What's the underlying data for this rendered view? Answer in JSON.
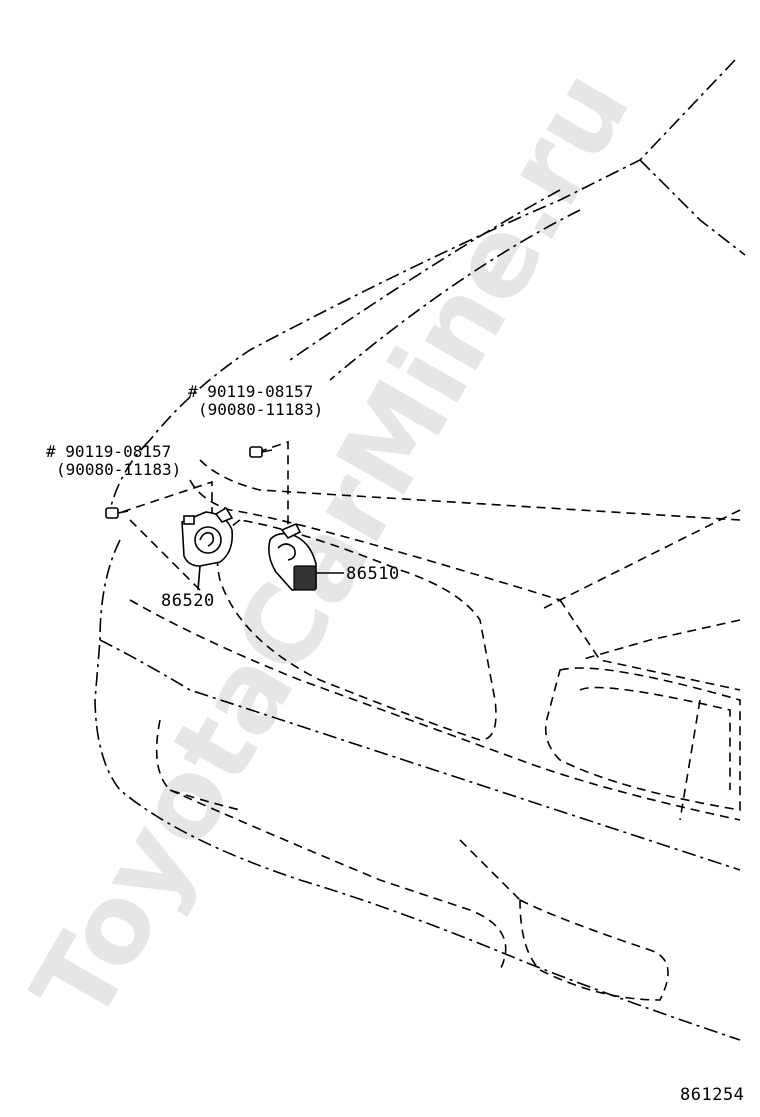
{
  "watermark": "ToyotaCarMine.ru",
  "callouts": {
    "bolt_right": {
      "part_no": "# 90119-08157",
      "alt_no": "(90080-11183)"
    },
    "bolt_left": {
      "part_no": "# 90119-08157",
      "alt_no": "(90080-11183)"
    },
    "horn_high": "86510",
    "horn_low": "86520"
  },
  "diagram_id": "861254"
}
